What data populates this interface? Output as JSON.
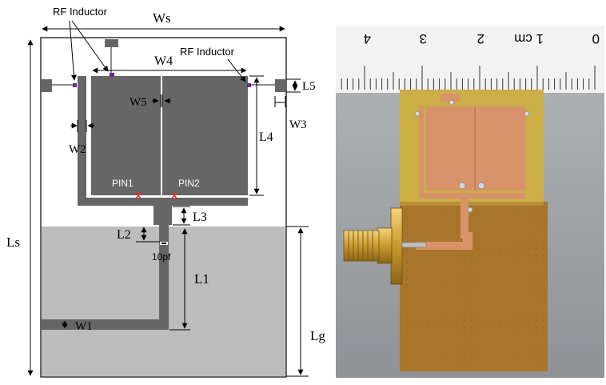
{
  "diagram": {
    "labels": {
      "ws": "Ws",
      "ls": "Ls",
      "lg": "Lg",
      "w1": "W1",
      "w2": "W2",
      "w3": "W3",
      "w4": "W4",
      "w5": "W5",
      "l1": "L1",
      "l2": "L2",
      "l3": "L3",
      "l4": "L4",
      "l5": "L5",
      "rf_inductor_left": "RF Inductor",
      "rf_inductor_right": "RF Inductor",
      "pin1": "PIN1",
      "pin2": "PIN2",
      "capacitor": "10pf"
    },
    "colors": {
      "conductor": "#666666",
      "ground": "#bdbdbd",
      "inductor": "#6a2c8f",
      "pin_marker": "#e03030",
      "line": "#000000"
    }
  },
  "photo": {
    "ruler_labels": [
      "4",
      "3",
      "2",
      "1 cm",
      "0"
    ],
    "colors": {
      "board": "#c9a33a",
      "copper": "#d9936a",
      "ruler": "#f2f2f2",
      "background": "#9ea1a4"
    }
  }
}
